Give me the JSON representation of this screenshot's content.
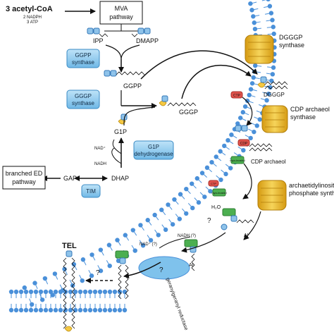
{
  "substrates": {
    "acetyl_coa": "3 acetyl-CoA",
    "nadph": "2 NADPH",
    "atp": "3 ATP"
  },
  "boxes": {
    "mva_line1": "MVA",
    "mva_line2": "pathway",
    "branched_line1": "branched ED",
    "branched_line2": "pathway"
  },
  "metabolites": {
    "ipp": "IPP",
    "dmapp": "DMAPP",
    "ggpp": "GGPP",
    "gggp": "GGGP",
    "g1p": "G1P",
    "dhap": "DHAP",
    "gap": "GAP",
    "nad_plus": "NAD⁺",
    "nadh": "NADH",
    "h2o": "H₂O",
    "ah": "AI",
    "nadh_q": "NADH (?)",
    "nad_q": "NAD⁺ (?)",
    "tel": "TEL",
    "question": "?"
  },
  "enzymes": {
    "ggpp_synthase_1": "GGPP",
    "ggpp_synthase_2": "synthase",
    "gggp_synthase_1": "GGGP",
    "gggp_synthase_2": "synthase",
    "g1p_dh_1": "G1P",
    "g1p_dh_2": "dehydrogenase",
    "tim": "TIM"
  },
  "membrane_labels": {
    "dgggp_1": "DGGGP",
    "dgggp_2": "synthase",
    "dgggp_substrate": "DGGGP",
    "cdp_arch_1": "CDP archaeol",
    "cdp_arch_2": "synthase",
    "cdp_archaeol": "CDP archaeol",
    "ais_1": "archaetidylinositol",
    "ais_2": "phosphate synthase",
    "reductase": "geranylgeranyl reductase"
  },
  "tags": {
    "p": "P",
    "ctp": "CTP",
    "cdp": "CDP",
    "myo_inositol": "myo-inositol"
  },
  "colors": {
    "membrane": "#4a90d9",
    "enzyme_box": "#8ec9ef",
    "channel": "#e9b92c",
    "phosphate": "#8fc3ea",
    "ctp": "#e0524b",
    "inositol": "#4caf50",
    "glycerol": "#f5c842"
  }
}
